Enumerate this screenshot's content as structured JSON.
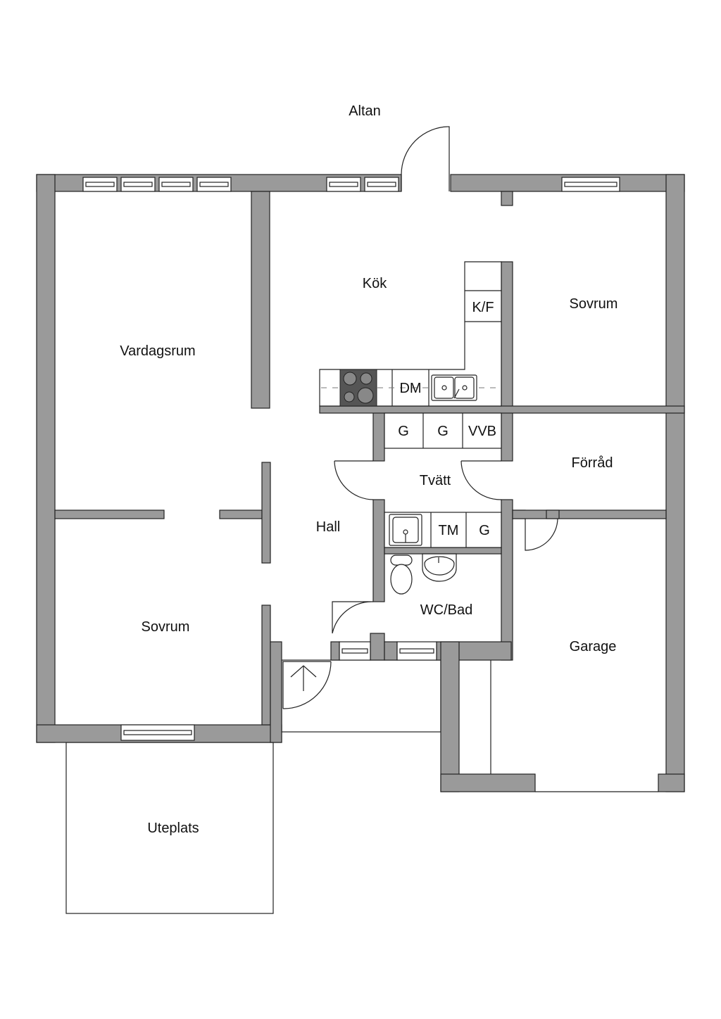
{
  "rooms": {
    "altan": "Altan",
    "kok": "Kök",
    "sovrum1": "Sovrum",
    "vardagsrum": "Vardagsrum",
    "forrad": "Förråd",
    "tvatt": "Tvätt",
    "hall": "Hall",
    "sovrum2": "Sovrum",
    "wc_bad": "WC/Bad",
    "garage": "Garage",
    "uteplats": "Uteplats"
  },
  "fixtures": {
    "kf": "K/F",
    "dm": "DM",
    "g1": "G",
    "g2": "G",
    "vvb": "VVB",
    "tm": "TM",
    "g3": "G"
  },
  "colors": {
    "wall": "#9a9a9a",
    "line": "#222222"
  }
}
